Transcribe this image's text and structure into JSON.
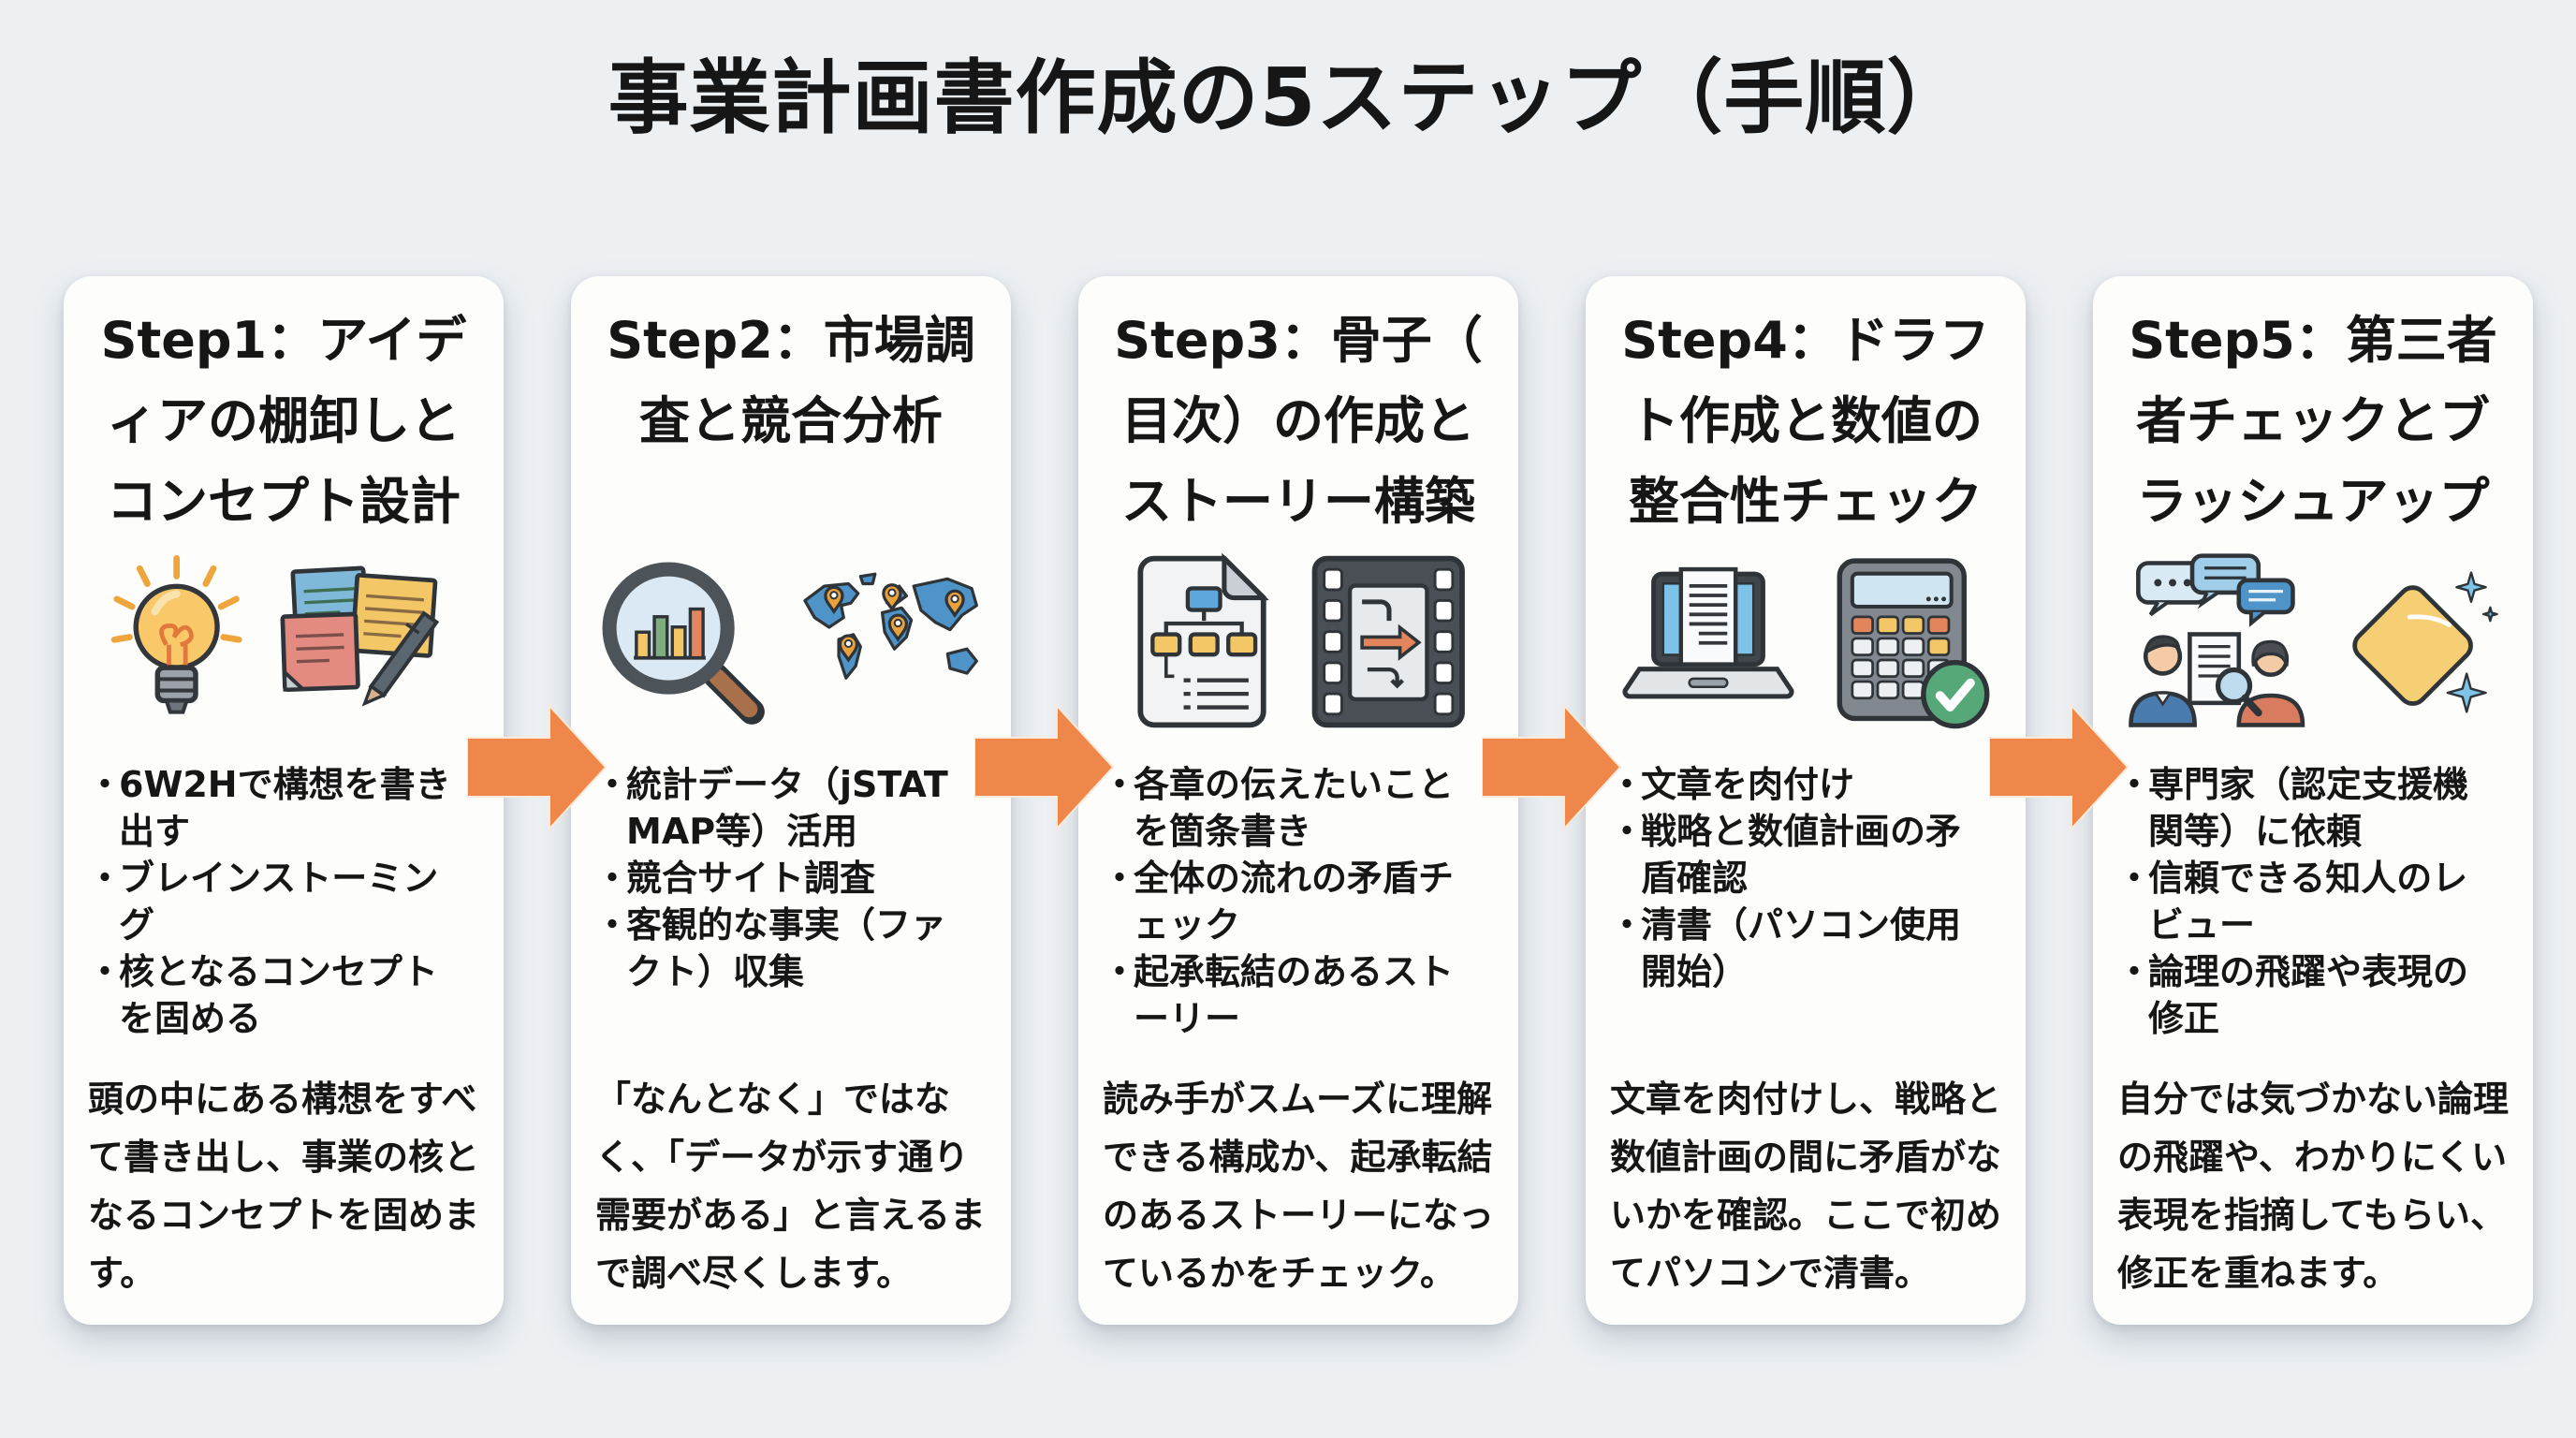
{
  "page": {
    "title": "事業計画書作成の5ステップ（手順）",
    "colors": {
      "background": "#ECF0F3",
      "card": "#FDFDFC",
      "text": "#161616",
      "arrow": "#F0874A"
    }
  },
  "steps": [
    {
      "title": "Step1：アイディアの棚卸しとコンセプト設計",
      "icons": [
        "lightbulb-icon",
        "sticky-notes-pen-icon"
      ],
      "bullets": [
        "6W2Hで構想を書き出す",
        "ブレインストーミング",
        "核となるコンセプトを固める"
      ],
      "description": "頭の中にある構想をすべて書き出し、事業の核となるコンセプトを固めます。"
    },
    {
      "title": "Step2：市場調査と競合分析",
      "icons": [
        "magnifier-chart-icon",
        "world-map-icon"
      ],
      "bullets": [
        "統計データ（jSTAT MAP等）活用",
        "競合サイト調査",
        "客観的な事実（ファクト）収集"
      ],
      "description": "「なんとなく」ではなく、「データが示す通り需要がある」と言えるまで調べ尽くします。"
    },
    {
      "title": "Step3：骨子（目次）の作成とストーリー構築",
      "icons": [
        "flowchart-document-icon",
        "filmstrip-icon"
      ],
      "bullets": [
        "各章の伝えたいことを箇条書き",
        "全体の流れの矛盾チェック",
        "起承転結のあるストーリー"
      ],
      "description": "読み手がスムーズに理解できる構成か、起承転結のあるストーリーになっているかをチェック。"
    },
    {
      "title": "Step4：ドラフト作成と数値の整合性チェック",
      "icons": [
        "laptop-document-icon",
        "calculator-check-icon"
      ],
      "bullets": [
        "文章を肉付け",
        "戦略と数値計画の矛盾確認",
        "清書（パソコン使用開始）"
      ],
      "description": "文章を肉付けし、戦略と数値計画の間に矛盾がないかを確認。ここで初めてパソコンで清書。"
    },
    {
      "title": "Step5：第三者者チェックとブラッシュアップ",
      "icons": [
        "people-review-icon",
        "polish-cloth-icon"
      ],
      "bullets": [
        "専門家（認定支援機関等）に依頼",
        "信頼できる知人のレビュー",
        "論理の飛躍や表現の修正"
      ],
      "description": "自分では気づかない論理の飛躍や、わかりにくい表現を指摘してもらい、修正を重ねます。"
    }
  ]
}
